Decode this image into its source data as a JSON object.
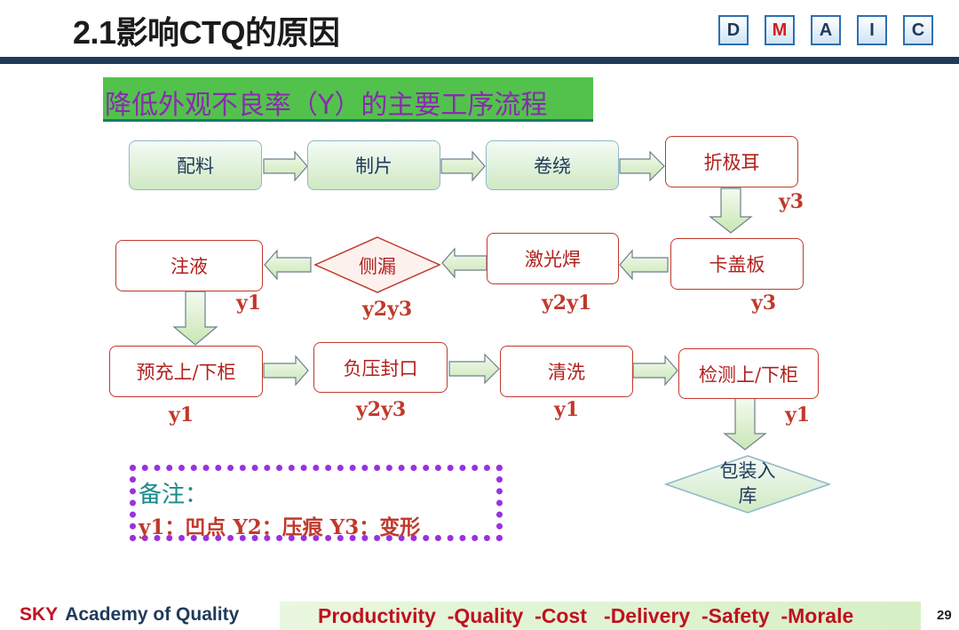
{
  "header": {
    "title": "2.1影响CTQ的原因",
    "dmaic": [
      "D",
      "M",
      "A",
      "I",
      "C"
    ],
    "active_letter": "M"
  },
  "subtitle": "降低外观不良率（Y）的主要工序流程",
  "flow": {
    "step1": "配料",
    "step2": "制片",
    "step3": "卷绕",
    "step4": "折极耳",
    "step5": "卡盖板",
    "step6": "激光焊",
    "step7": "侧漏",
    "step8": "注液",
    "step9": "预充上/下柜",
    "step10": "负压封口",
    "step11": "清洗",
    "step12": "检测上/下柜",
    "step13": "包装入库"
  },
  "labels": {
    "l_step4": "y3",
    "l_step5": "y3",
    "l_step6": "y2y1",
    "l_step7": "y2y3",
    "l_step8": "y1",
    "l_step9": "y1",
    "l_step10": "y2y3",
    "l_step11": "y1",
    "l_step12": "y1"
  },
  "note": {
    "heading": "备注：",
    "text": "y1：凹点  Y2：压痕  Y3：变形"
  },
  "footer": {
    "sky": "SKY",
    "academy": "Academy  of Quality",
    "slogan": "Productivity  -Quality  -Cost   -Delivery  -Safety  -Morale",
    "page": "29"
  },
  "colors": {
    "title_bar": "#1f3a5a",
    "subtitle_bg": "#52c24d",
    "subtitle_text": "#8a2ab0",
    "red": "#c0392b",
    "note_border": "#9b30e0"
  }
}
